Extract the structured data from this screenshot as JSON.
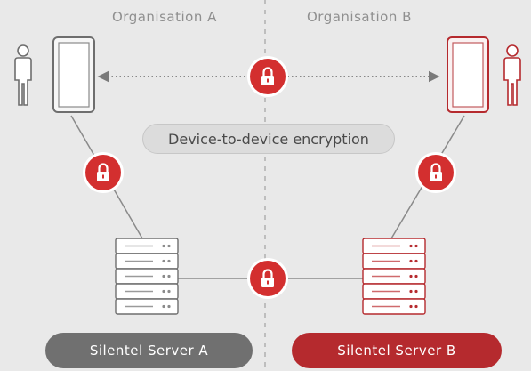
{
  "header": {
    "org_a": "Organisation A",
    "org_b": "Organisation B"
  },
  "labels": {
    "device_encryption": "Device-to-device encryption",
    "server_a": "Silentel Server A",
    "server_b": "Silentel Server B"
  },
  "colors": {
    "background": "#e9e9e9",
    "accent_red": "#d32f2f",
    "org_a_gray": "#707070",
    "org_b_red": "#b52a2e",
    "line_gray": "#8a8a8a"
  },
  "icons": [
    "person-icon",
    "phone-icon",
    "lock-icon",
    "server-icon"
  ]
}
